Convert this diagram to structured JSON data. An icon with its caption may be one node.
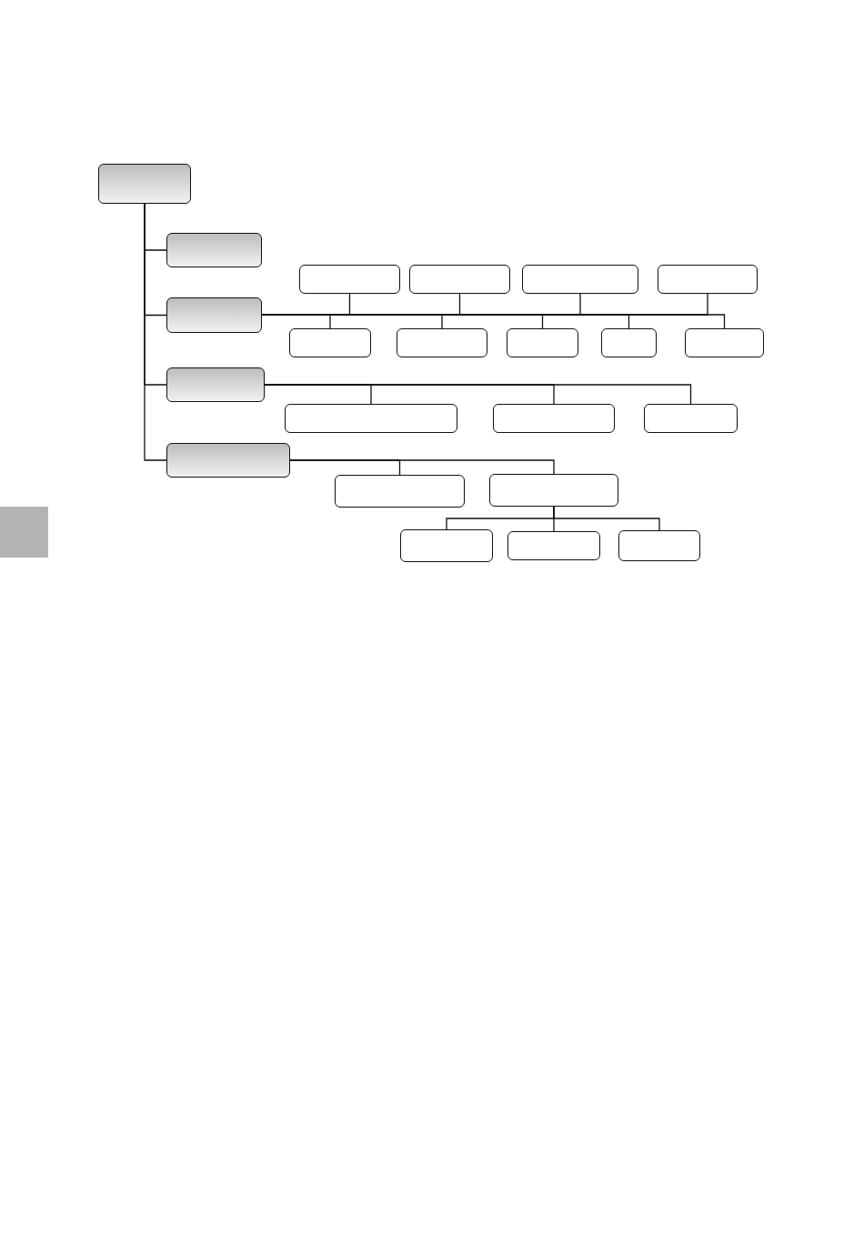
{
  "diagram": {
    "nodes": [
      {
        "text": [],
        "shape": "box"
      },
      {
        "text": [],
        "shape": "box"
      },
      {
        "text": [],
        "shape": "box"
      },
      {
        "text": [],
        "shape": "box"
      },
      {
        "text": [],
        "shape": "box"
      },
      {
        "text": [],
        "shape": "box"
      },
      {
        "text": [],
        "shape": "box"
      },
      {
        "text": [],
        "shape": "box"
      },
      {
        "text": [],
        "shape": "box"
      },
      {
        "text": [],
        "shape": "box"
      },
      {
        "text": [],
        "shape": "box"
      },
      {
        "text": [],
        "shape": "box"
      },
      {
        "text": [],
        "shape": "box"
      },
      {
        "text": [],
        "shape": "box"
      },
      {
        "text": [],
        "shape": "box"
      },
      {
        "text": [],
        "shape": "box"
      },
      {
        "text": [],
        "shape": "box"
      },
      {
        "text": [],
        "shape": "box"
      },
      {
        "text": [],
        "shape": "box"
      },
      {
        "text": [],
        "shape": "box"
      },
      {
        "text": [],
        "shape": "box"
      },
      {
        "text": [],
        "shape": "box"
      }
    ],
    "edges": [
      {
        "from": 0,
        "to": 1,
        "arrow": "none"
      },
      {
        "from": 0,
        "to": 2,
        "arrow": "none"
      },
      {
        "from": 0,
        "to": 3,
        "arrow": "none"
      },
      {
        "from": 0,
        "to": 4,
        "arrow": "none"
      },
      {
        "from": 2,
        "to": 5,
        "arrow": "none"
      },
      {
        "from": 2,
        "to": 6,
        "arrow": "none"
      },
      {
        "from": 2,
        "to": 7,
        "arrow": "none"
      },
      {
        "from": 2,
        "to": 8,
        "arrow": "none"
      },
      {
        "from": 2,
        "to": 9,
        "arrow": "none"
      },
      {
        "from": 2,
        "to": 10,
        "arrow": "none"
      },
      {
        "from": 2,
        "to": 11,
        "arrow": "none"
      },
      {
        "from": 2,
        "to": 12,
        "arrow": "none"
      },
      {
        "from": 2,
        "to": 13,
        "arrow": "none"
      },
      {
        "from": 3,
        "to": 14,
        "arrow": "none"
      },
      {
        "from": 3,
        "to": 15,
        "arrow": "none"
      },
      {
        "from": 3,
        "to": 16,
        "arrow": "none"
      },
      {
        "from": 4,
        "to": 17,
        "arrow": "none"
      },
      {
        "from": 4,
        "to": 18,
        "arrow": "none"
      },
      {
        "from": 18,
        "to": 19,
        "arrow": "none"
      },
      {
        "from": 18,
        "to": 20,
        "arrow": "none"
      },
      {
        "from": 18,
        "to": 21,
        "arrow": "none"
      }
    ]
  }
}
